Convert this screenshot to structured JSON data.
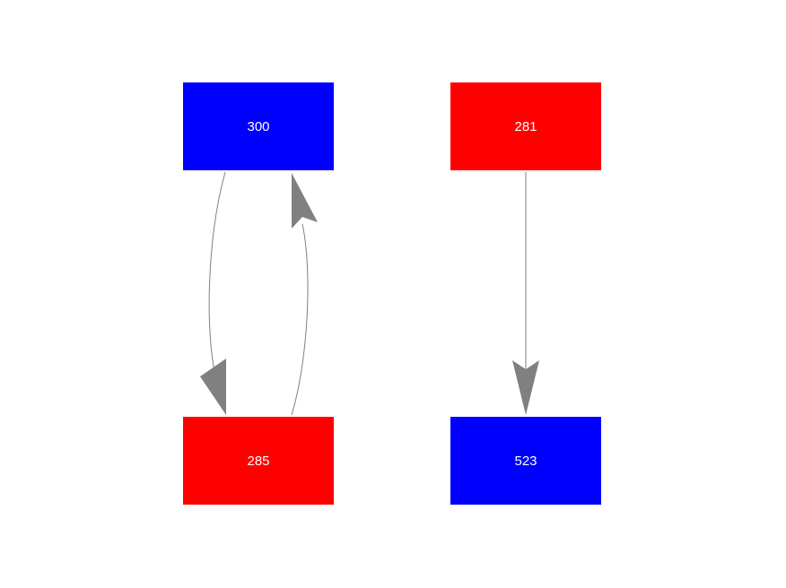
{
  "nodes": [
    {
      "id": "n300",
      "label": "300",
      "color": "#0000ff"
    },
    {
      "id": "n281",
      "label": "281",
      "color": "#ff0000"
    },
    {
      "id": "n285",
      "label": "285",
      "color": "#ff0000"
    },
    {
      "id": "n523",
      "label": "523",
      "color": "#0000ff"
    }
  ],
  "edges": [
    {
      "from": "300",
      "to": "285"
    },
    {
      "from": "285",
      "to": "300"
    },
    {
      "from": "281",
      "to": "523"
    }
  ],
  "edge_color": "#808080"
}
